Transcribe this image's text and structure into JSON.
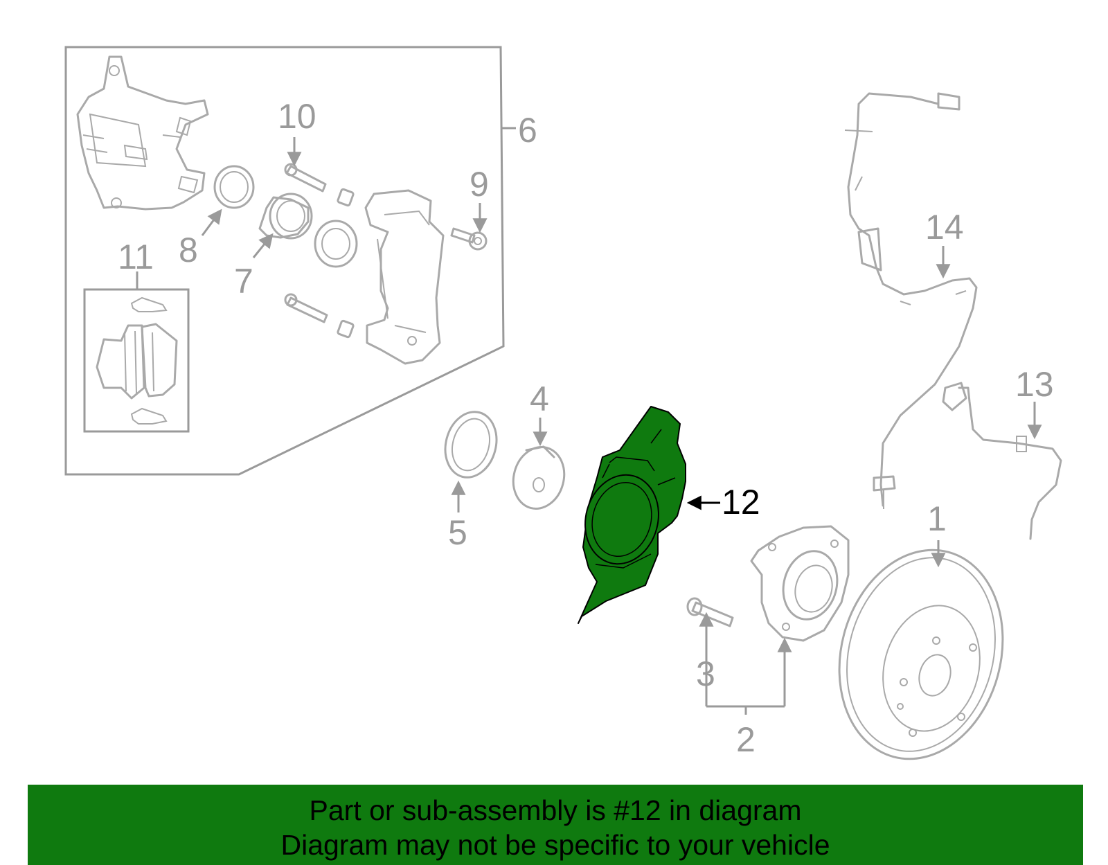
{
  "diagram": {
    "callouts": {
      "c1": "1",
      "c2": "2",
      "c3": "3",
      "c4": "4",
      "c5": "5",
      "c6": "6",
      "c7": "7",
      "c8": "8",
      "c9": "9",
      "c10": "10",
      "c11": "11",
      "c12": "12",
      "c13": "13",
      "c14": "14"
    },
    "highlight_part": "12",
    "colors": {
      "highlight": "#0f7a0f",
      "lines": "#a9a9a9",
      "banner": "#0f7a0f"
    }
  },
  "banner": {
    "line1": "Part or sub-assembly is #12 in diagram",
    "line2": "Diagram may not be specific to your vehicle"
  }
}
